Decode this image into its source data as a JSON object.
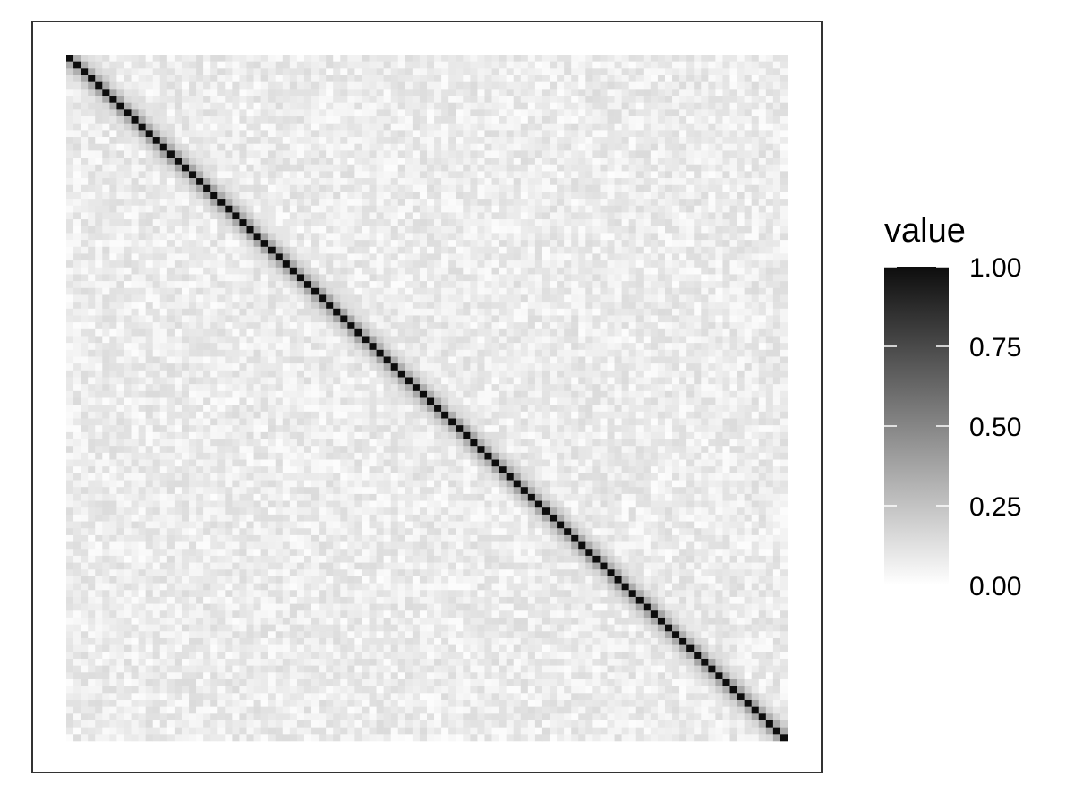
{
  "chart_data": {
    "type": "heatmap",
    "rows": 100,
    "cols": 100,
    "value_range": [
      0,
      1
    ],
    "color_scale": {
      "low": "#ffffff",
      "high": "#0d0d0d"
    },
    "diagonal_value": 1.0,
    "near_diagonal_values": [
      0.35,
      0.18,
      0.12
    ],
    "background_mean": 0.08,
    "background_spread": 0.07,
    "title": "",
    "xlabel": "",
    "ylabel": "",
    "x_ticks": [],
    "y_ticks": [],
    "panel_border": true,
    "grid": false,
    "legend": {
      "title": "value",
      "placement": "right",
      "breaks": [
        1.0,
        0.75,
        0.5,
        0.25,
        0.0
      ],
      "labels": [
        "1.00",
        "0.75",
        "0.50",
        "0.25",
        "0.00"
      ]
    }
  }
}
